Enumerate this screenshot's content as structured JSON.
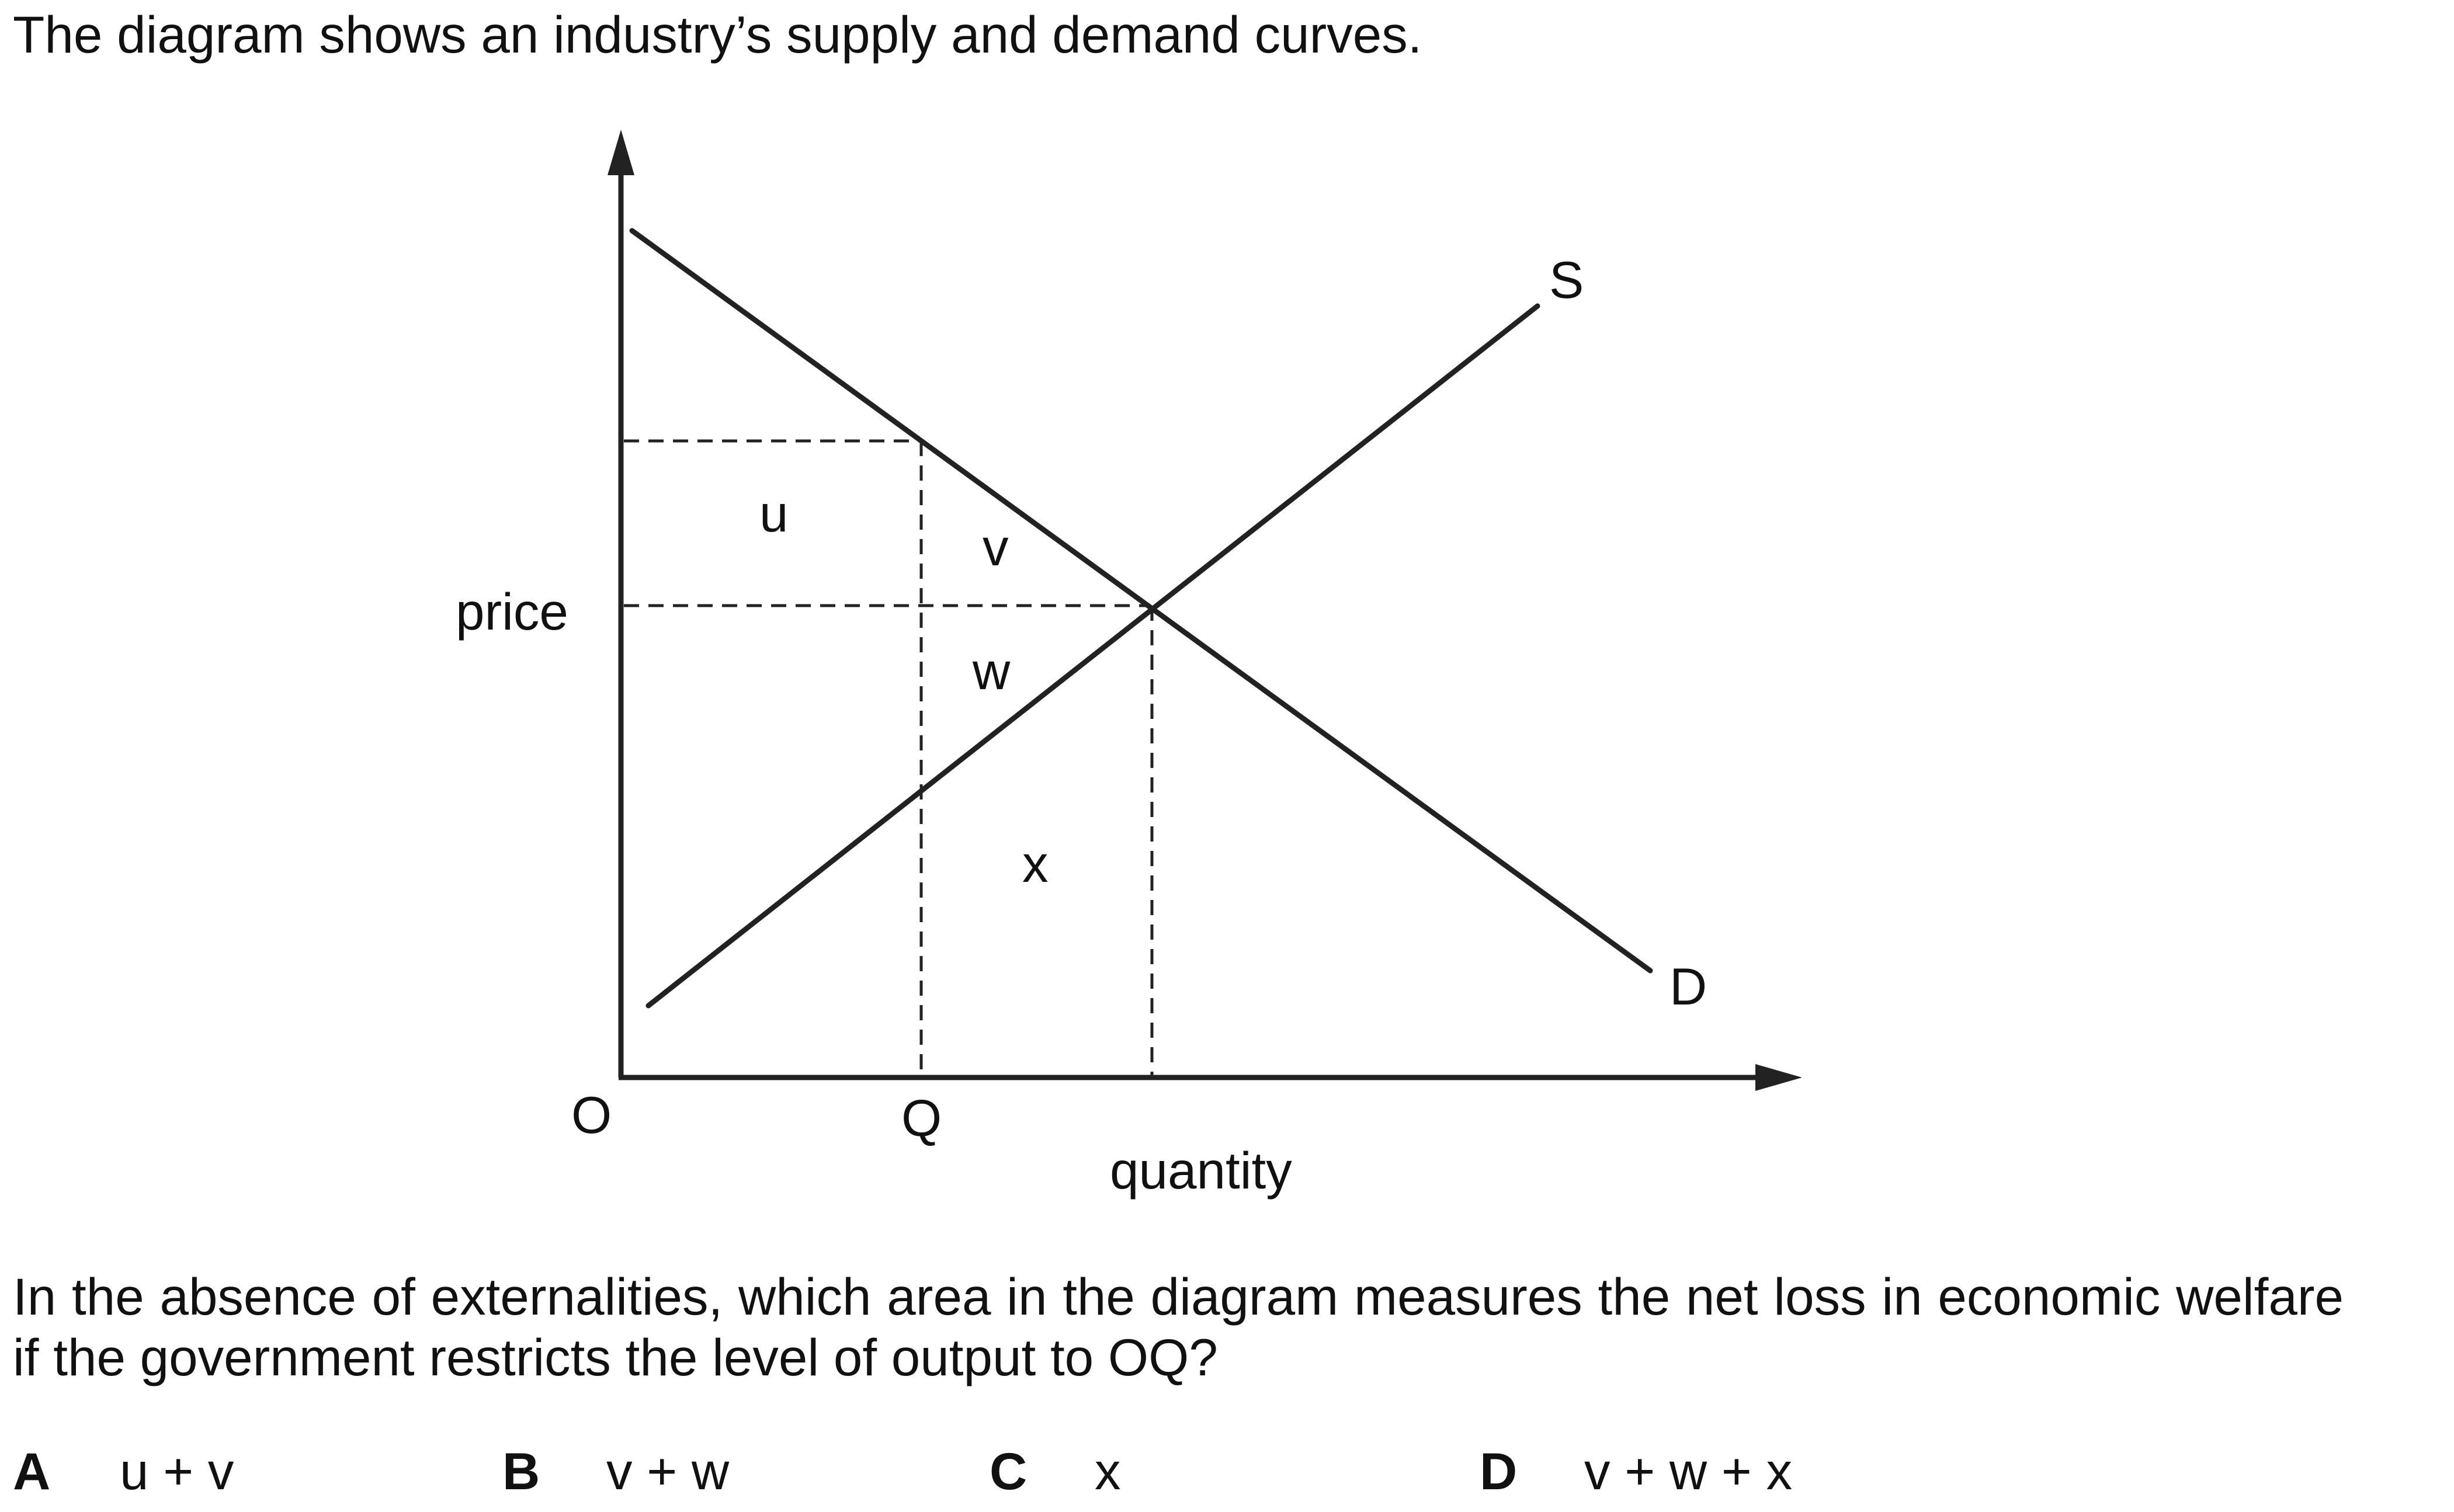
{
  "intro_text": "The diagram shows an industry’s supply and demand curves.",
  "diagram": {
    "y_axis_label": "price",
    "x_axis_label": "quantity",
    "origin_label": "O",
    "q_label": "Q",
    "supply_label": "S",
    "demand_label": "D",
    "areas": {
      "u": "u",
      "v": "v",
      "w": "w",
      "x": "x"
    },
    "line_color": "#222222"
  },
  "question_text": "In the absence of externalities, which area in the diagram measures the net loss in economic welfare if the government restricts the level of output to OQ?",
  "options": [
    {
      "letter": "A",
      "text": "u + v"
    },
    {
      "letter": "B",
      "text": "v + w"
    },
    {
      "letter": "C",
      "text": "x"
    },
    {
      "letter": "D",
      "text": "v + w + x"
    }
  ]
}
